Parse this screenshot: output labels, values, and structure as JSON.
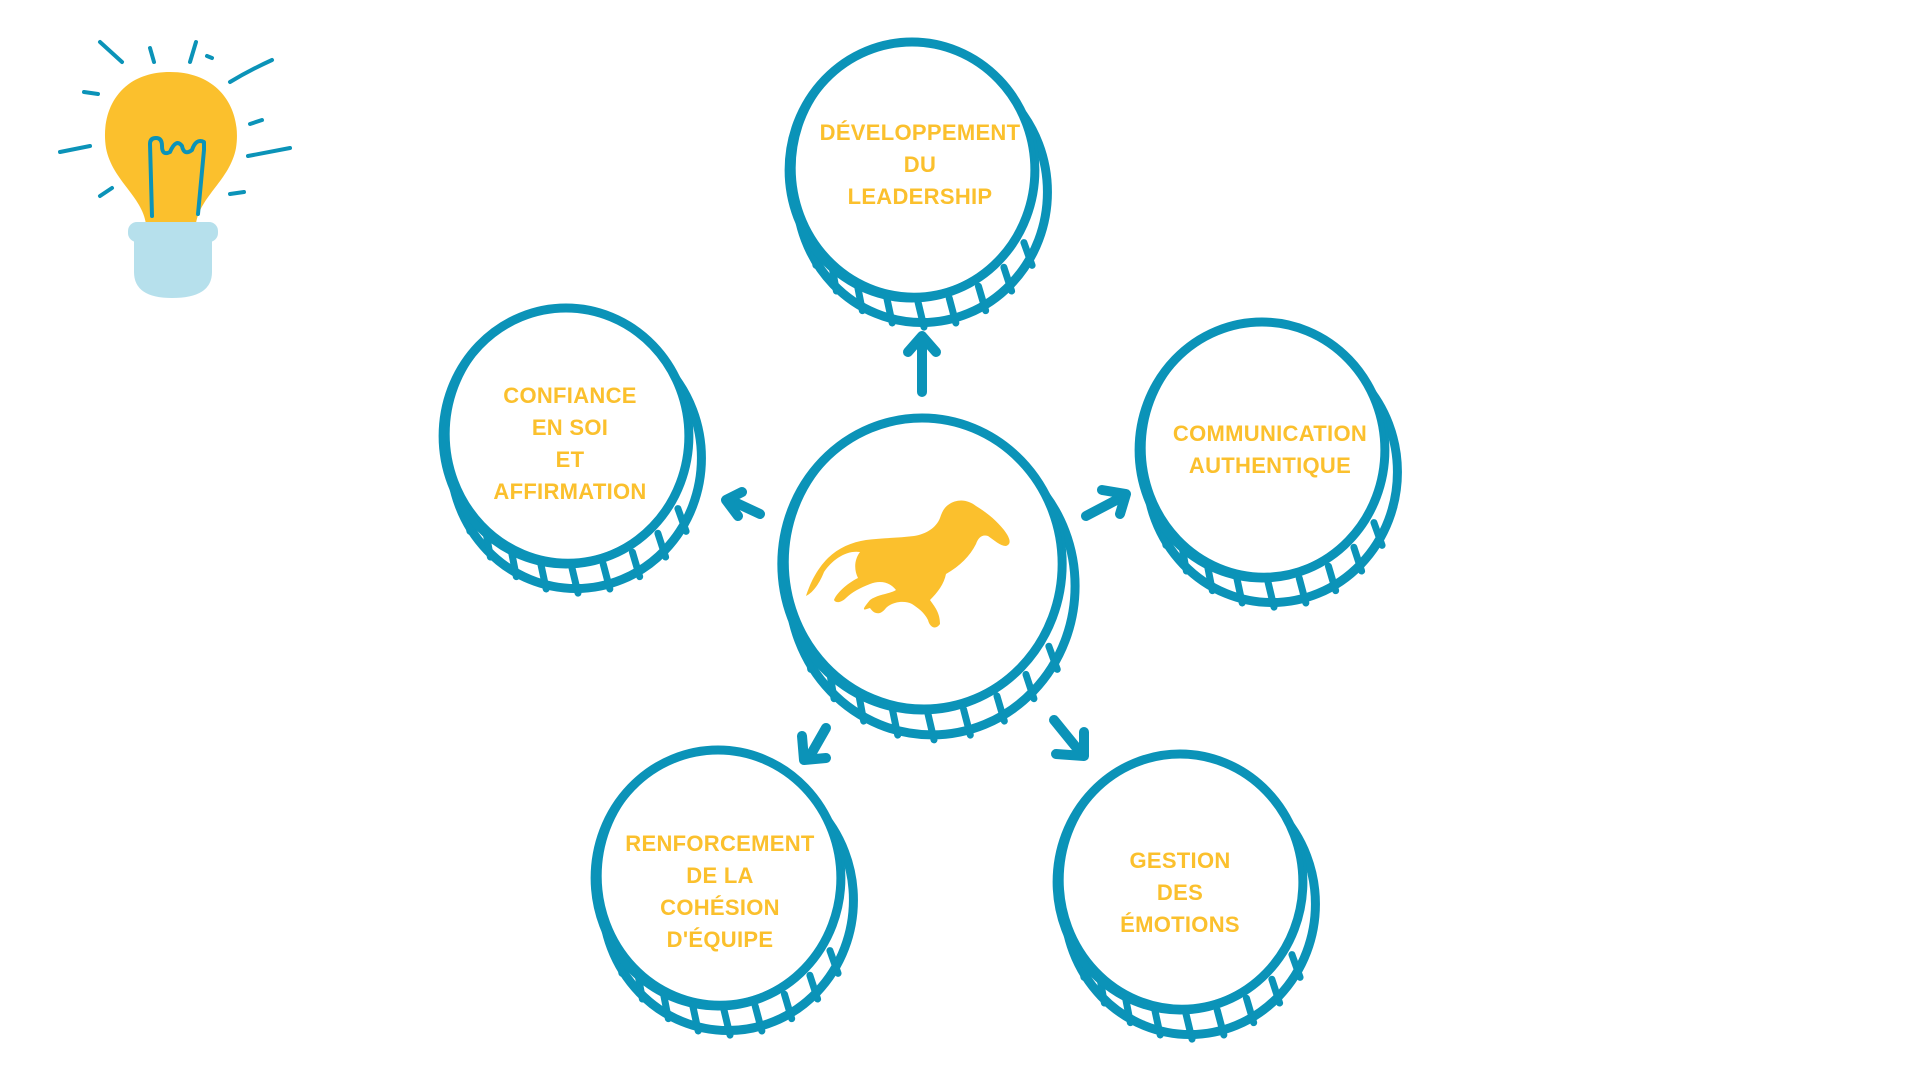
{
  "colors": {
    "ring": "#0b93b8",
    "label": "#fbc02d",
    "bulb": "#fbc02d",
    "bulb_base": "#b6e0ec",
    "background": "#ffffff"
  },
  "center": {
    "icon": "galloping-horse-icon"
  },
  "nodes": [
    {
      "id": "leadership",
      "lines": [
        "DÉVELOPPEMENT",
        "DU",
        "LEADERSHIP"
      ]
    },
    {
      "id": "communication",
      "lines": [
        "COMMUNICATION",
        "AUTHENTIQUE"
      ]
    },
    {
      "id": "emotions",
      "lines": [
        "GESTION",
        "DES",
        "ÉMOTIONS"
      ]
    },
    {
      "id": "cohesion",
      "lines": [
        "RENFORCEMENT",
        "DE LA",
        "COHÉSION",
        "D'ÉQUIPE"
      ]
    },
    {
      "id": "confidence",
      "lines": [
        "CONFIANCE",
        "EN SOI",
        "ET",
        "AFFIRMATION"
      ]
    }
  ],
  "decor": {
    "corner_icon": "lightbulb-icon"
  }
}
